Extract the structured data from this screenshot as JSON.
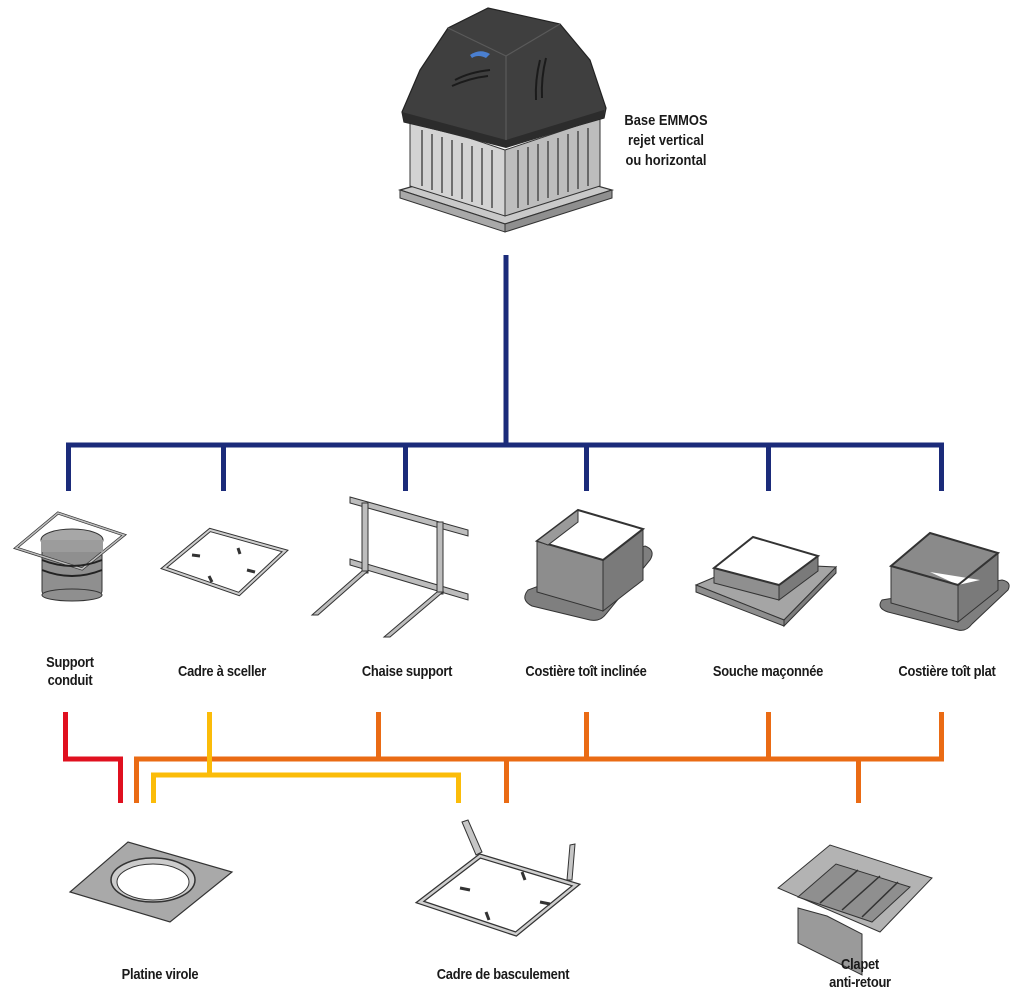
{
  "diagram": {
    "root": {
      "label_lines": [
        "Base EMMOS",
        "rejet vertical",
        "ou horizontal"
      ],
      "icon": "roof-fan-icon"
    },
    "colors": {
      "root_connector": "#1b2b7a",
      "red_connector": "#e0101f",
      "orange_connector": "#ea6b14",
      "yellow_connector": "#fbbc09",
      "label_text": "#1a1a1a",
      "illustration_fill": "#9a9a9a",
      "illustration_dark": "#3a3a3a"
    },
    "mounting_options": [
      {
        "label_lines": [
          "Support",
          "conduit"
        ],
        "icon": "duct-support-icon"
      },
      {
        "label_lines": [
          "Cadre à sceller"
        ],
        "icon": "sealing-frame-icon"
      },
      {
        "label_lines": [
          "Chaise support"
        ],
        "icon": "support-chair-icon"
      },
      {
        "label_lines": [
          "Costière toît inclinée"
        ],
        "icon": "sloped-roof-curb-icon"
      },
      {
        "label_lines": [
          "Souche maçonnée"
        ],
        "icon": "masonry-stack-icon"
      },
      {
        "label_lines": [
          "Costière toît plat"
        ],
        "icon": "flat-roof-curb-icon"
      }
    ],
    "accessories": [
      {
        "label_lines": [
          "Platine virole"
        ],
        "icon": "ferrule-plate-icon",
        "compatible_with": [
          "Support conduit",
          "Cadre à sceller",
          "Chaise support",
          "Costière toît inclinée",
          "Souche maçonnée",
          "Costière toît plat"
        ]
      },
      {
        "label_lines": [
          "Cadre de basculement"
        ],
        "icon": "tilting-frame-icon",
        "compatible_with": [
          "Cadre à sceller",
          "Chaise support",
          "Costière toît inclinée",
          "Souche maçonnée",
          "Costière toît plat"
        ]
      },
      {
        "label_lines": [
          "Clapet",
          "anti-retour"
        ],
        "icon": "backdraft-damper-icon",
        "compatible_with": [
          "Chaise support",
          "Costière toît inclinée",
          "Souche maçonnée",
          "Costière toît plat"
        ]
      }
    ]
  }
}
